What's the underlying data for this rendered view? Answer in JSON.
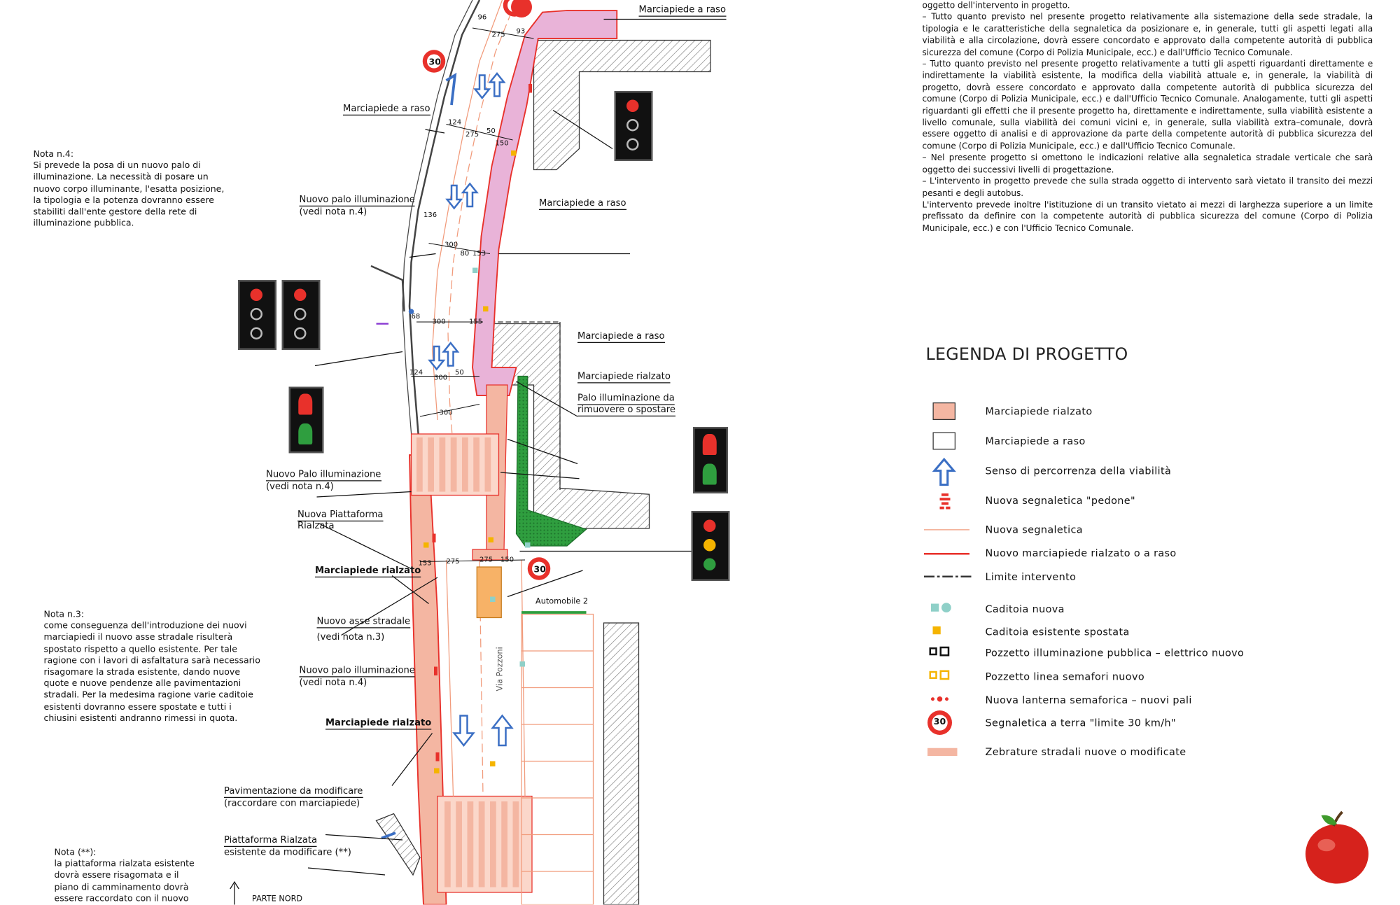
{
  "labels": {
    "marciapiede_raso_top": "Marciapiede a raso",
    "marciapiede_raso_left": "Marciapiede a raso",
    "marciapiede_raso_mid": "Marciapiede a raso",
    "marciapiede_raso_low": "Marciapiede a raso",
    "marciapiede_rialzato_right": "Marciapiede rialzato",
    "palo_rimuovere_1": "Palo illuminazione da",
    "palo_rimuovere_2": "rimuovere o spostare",
    "nuovo_palo_1a": "Nuovo palo illuminazione",
    "nuovo_palo_1b": "(vedi nota n.4)",
    "nuovo_palo_2a": "Nuovo Palo illuminazione",
    "nuovo_palo_2b": "(vedi nota n.4)",
    "piattaforma_1a": "Nuova Piattaforma",
    "piattaforma_1b": "Rialzata",
    "marciapiede_rialzato_1": "Marciapiede rialzato",
    "asse_a": "Nuovo asse stradale",
    "asse_b": "(vedi nota n.3)",
    "nuovo_palo_3a": "Nuovo palo illuminazione",
    "nuovo_palo_3b": "(vedi nota n.4)",
    "marciapiede_rialzato_2": "Marciapiede rialzato",
    "pavimentazione_a": "Pavimentazione da modificare",
    "pavimentazione_b": "(raccordare con marciapiede)",
    "piattaforma_es_a": "Piattaforma Rialzata",
    "piattaforma_es_b": "esistente da modificare (**)",
    "automobile": "Automobile 2",
    "parte_nord": "PARTE NORD",
    "via": "Via Pozzoni",
    "speed": "30"
  },
  "dims": [
    "96",
    "275",
    "93",
    "124",
    "275",
    "50",
    "150",
    "136",
    "300",
    "80",
    "153",
    "68",
    "300",
    "155",
    "124",
    "300",
    "50",
    "300",
    "153",
    "275",
    "275",
    "150"
  ],
  "notes": {
    "nota4_title": "Nota n.4:",
    "nota4_lines": [
      "Si prevede la posa di un nuovo palo di",
      "illuminazione. La necessità di posare un",
      "nuovo corpo illuminante, l'esatta posizione,",
      "la tipologia e la potenza dovranno essere",
      "stabiliti dall'ente gestore della rete di",
      "illuminazione pubblica."
    ],
    "nota3_title": "Nota n.3:",
    "nota3_lines": [
      "come conseguenza dell'introduzione dei nuovi",
      "marciapiedi il nuovo asse stradale risulterà",
      "spostato rispetto a quello esistente. Per tale",
      "ragione con i lavori di asfaltatura sarà necessario",
      "risagomare la strada esistente, dando nuove",
      "quote e nuove pendenze alle pavimentazioni",
      "stradali. Per la medesima ragione varie caditoie",
      "esistenti dovranno essere spostate e tutti i",
      "chiusini esistenti andranno rimessi in quota."
    ],
    "notastar_title": "Nota (**):",
    "notastar_lines": [
      "la piattaforma rialzata esistente",
      "dovrà essere risagomata e il",
      "piano di camminamento dovrà",
      "essere raccordato con il nuovo"
    ]
  },
  "right_paragraphs": [
    "oggetto dell'intervento in progetto.",
    "–  Tutto quanto previsto nel presente progetto relativamente alla sistemazione della sede stradale, la tipologia e le caratteristiche della segnaletica da posizionare e, in generale, tutti gli aspetti legati alla viabilità e alla circolazione, dovrà essere concordato e approvato dalla competente autorità di pubblica sicurezza del comune (Corpo di Polizia Municipale, ecc.) e dall'Ufficio Tecnico Comunale.",
    "–  Tutto quanto previsto nel presente progetto relativamente a tutti gli aspetti riguardanti direttamente e indirettamente la viabilità esistente, la modifica della viabilità attuale e, in generale, la viabilità di progetto, dovrà essere concordato e approvato dalla competente autorità di pubblica sicurezza del comune (Corpo di Polizia Municipale, ecc.) e dall'Ufficio Tecnico Comunale. Analogamente, tutti gli aspetti riguardanti gli effetti che il presente progetto ha, direttamente e indirettamente, sulla viabilità esistente a livello comunale, sulla viabilità dei comuni vicini e, in generale, sulla viabilità extra–comunale, dovrà essere oggetto di analisi e di approvazione da parte della competente autorità di pubblica sicurezza del comune (Corpo di Polizia Municipale, ecc.) e dall'Ufficio Tecnico Comunale.",
    "–  Nel presente progetto si omettono le indicazioni relative alla segnaletica stradale verticale che sarà oggetto dei successivi livelli di progettazione.",
    "–  L'intervento in progetto prevede che sulla strada oggetto di intervento sarà vietato il transito dei mezzi pesanti e degli autobus.",
    "L'intervento prevede inoltre l'istituzione di un transito vietato ai mezzi di larghezza superiore a un limite prefissato da definire con la competente autorità di pubblica sicurezza del comune (Corpo di Polizia Municipale, ecc.) e con l'Ufficio Tecnico Comunale."
  ],
  "legend": {
    "title": "LEGENDA DI PROGETTO",
    "items": [
      {
        "icon": "raised-sidewalk-swatch",
        "label": "Marciapiede rialzato"
      },
      {
        "icon": "flush-sidewalk-swatch",
        "label": "Marciapiede a raso"
      },
      {
        "icon": "direction-arrow-icon",
        "label": "Senso di percorrenza della viabilità"
      },
      {
        "icon": "pedestrian-marking-icon",
        "label": "Nuova segnaletica \"pedone\""
      },
      {
        "icon": "new-marking-line",
        "label": "Nuova segnaletica"
      },
      {
        "icon": "new-sidewalk-line",
        "label": "Nuovo marciapiede rialzato o a raso"
      },
      {
        "icon": "boundary-dashed-line",
        "label": "Limite intervento"
      },
      {
        "icon": "drain-new-icon",
        "label": "Caditoia nuova"
      },
      {
        "icon": "drain-moved-icon",
        "label": "Caditoia esistente spostata"
      },
      {
        "icon": "lighting-manhole-icon",
        "label": "Pozzetto illuminazione pubblica – elettrico nuovo"
      },
      {
        "icon": "signal-manhole-icon",
        "label": "Pozzetto linea semafori nuovo"
      },
      {
        "icon": "signal-lantern-icon",
        "label": "Nuova lanterna semaforica – nuovi pali"
      },
      {
        "icon": "speed-limit-icon",
        "label": "Segnaletica a terra \"limite 30 km/h\""
      },
      {
        "icon": "zebra-crossing-icon",
        "label": "Zebrature stradali nuove o modificate"
      }
    ]
  },
  "colors": {
    "raised": "#f4b6a2",
    "flush_pink": "#e9b3d8",
    "red_line": "#e8312b",
    "orange_line": "#f19a7a",
    "green": "#2f9e3f",
    "blue": "#3b6fc4",
    "yellow": "#f5b400",
    "teal": "#8fd0c8"
  }
}
